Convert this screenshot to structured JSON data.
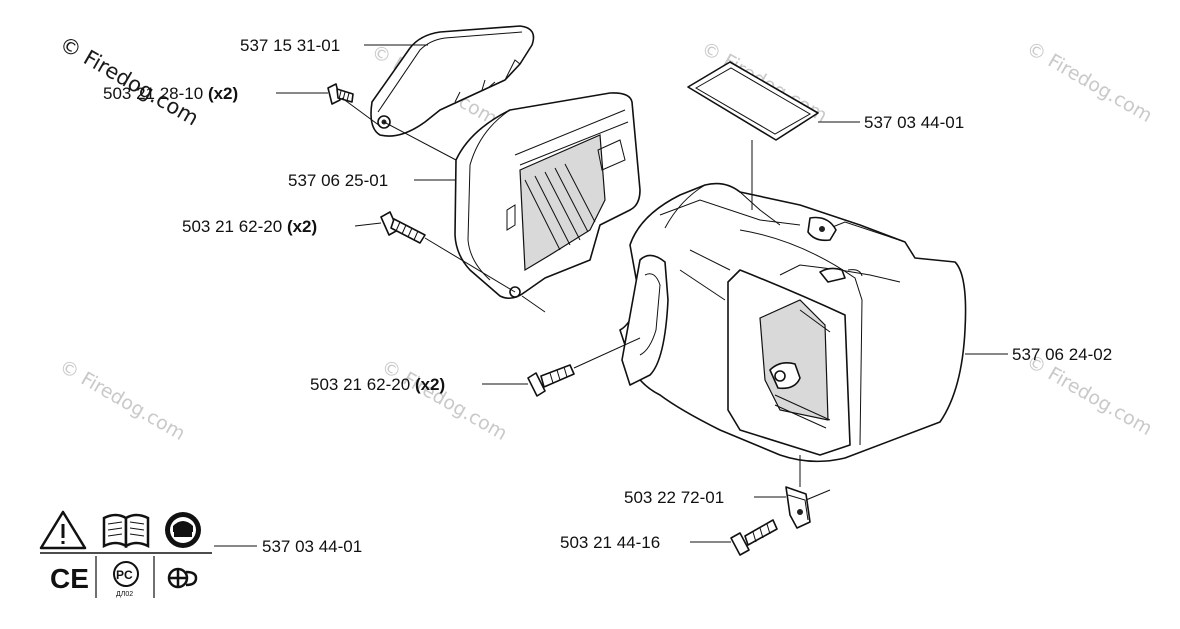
{
  "diagram": {
    "parts": [
      {
        "number": "537 15 31-01",
        "qty": ""
      },
      {
        "number": "503 21 28-10",
        "qty": "(x2)"
      },
      {
        "number": "537 06 25-01",
        "qty": ""
      },
      {
        "number": "503 21 62-20",
        "qty": "(x2)"
      },
      {
        "number": "503 21 62-20",
        "qty": "(x2)"
      },
      {
        "number": "537 03 44-01",
        "qty": ""
      },
      {
        "number": "537 06 24-02",
        "qty": ""
      },
      {
        "number": "503 22 72-01",
        "qty": ""
      },
      {
        "number": "503 21 44-16",
        "qty": ""
      },
      {
        "number": "537 03 44-01",
        "qty": ""
      }
    ],
    "watermark": "© Firedog.com",
    "symbols": {
      "ce": "CE",
      "gost": "ДЛ02"
    }
  }
}
